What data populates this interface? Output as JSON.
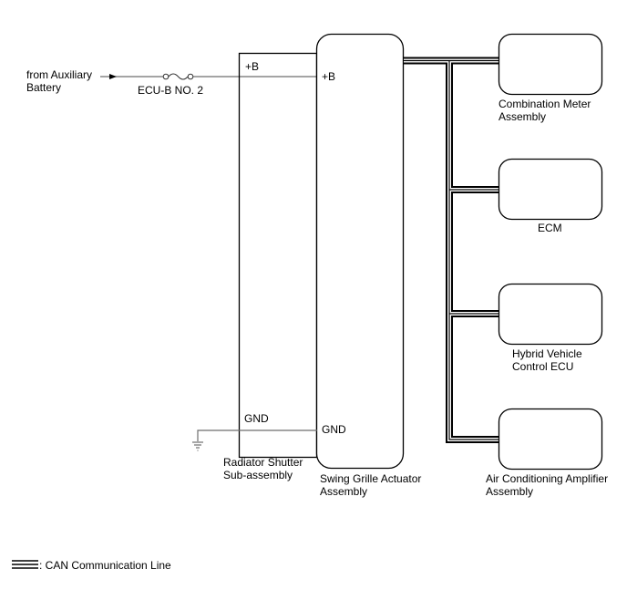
{
  "diagram": {
    "type": "wiring-diagram",
    "power_source": {
      "label_line1": "from Auxiliary",
      "label_line2": "Battery"
    },
    "fuse": {
      "label": "ECU-B NO. 2"
    },
    "components": {
      "radiator_shutter": {
        "name_line1": "Radiator Shutter",
        "name_line2": "Sub-assembly",
        "pin_power": "+B",
        "pin_ground": "GND"
      },
      "swing_grille_actuator": {
        "name_line1": "Swing Grille Actuator",
        "name_line2": "Assembly",
        "pin_power": "+B",
        "pin_ground": "GND"
      },
      "combination_meter": {
        "name_line1": "Combination Meter",
        "name_line2": "Assembly"
      },
      "ecm": {
        "name_line1": "ECM"
      },
      "hybrid_vehicle_ecu": {
        "name_line1": "Hybrid Vehicle",
        "name_line2": "Control ECU"
      },
      "ac_amplifier": {
        "name_line1": "Air Conditioning Amplifier",
        "name_line2": "Assembly"
      }
    },
    "connections": [
      {
        "from": "Auxiliary Battery",
        "via": "ECU-B NO. 2",
        "to": "+B",
        "kind": "power"
      },
      {
        "from": "GND",
        "to": "ground",
        "kind": "ground"
      },
      {
        "from": "Swing Grille Actuator Assembly",
        "to": "Combination Meter Assembly",
        "kind": "CAN"
      },
      {
        "from": "Swing Grille Actuator Assembly",
        "to": "ECM",
        "kind": "CAN"
      },
      {
        "from": "Swing Grille Actuator Assembly",
        "to": "Hybrid Vehicle Control ECU",
        "kind": "CAN"
      },
      {
        "from": "Swing Grille Actuator Assembly",
        "to": "Air Conditioning Amplifier Assembly",
        "kind": "CAN"
      }
    ],
    "legend": {
      "can_label": ": CAN Communication Line"
    },
    "colors": {
      "wire": "#6e6e6e",
      "outline": "#000000",
      "background": "#ffffff"
    }
  }
}
